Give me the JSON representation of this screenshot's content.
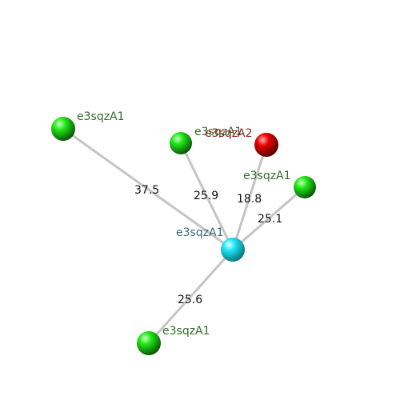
{
  "colors": {
    "center": "#22e0f0",
    "green": "#18e010",
    "red": "#e00000",
    "label_green": "#2f6e2a",
    "label_red": "#8a1f1f",
    "label_center": "#3a6b70",
    "edge": "#bdbdbd"
  },
  "nodes": [
    {
      "id": "center",
      "label": "e3sqzA1",
      "kind": "center"
    },
    {
      "id": "n1",
      "label": "e3sqzA1",
      "kind": "green"
    },
    {
      "id": "n2",
      "label": "e3sqzA1",
      "kind": "green"
    },
    {
      "id": "n3",
      "label": "e3sqzA2",
      "kind": "red"
    },
    {
      "id": "n4",
      "label": "e3sqzA1",
      "kind": "green"
    },
    {
      "id": "n5",
      "label": "e3sqzA1",
      "kind": "green"
    }
  ],
  "edges": [
    {
      "from": "center",
      "to": "n1",
      "label": "37.5"
    },
    {
      "from": "center",
      "to": "n2",
      "label": "25.9"
    },
    {
      "from": "center",
      "to": "n3",
      "label": "18.8"
    },
    {
      "from": "center",
      "to": "n4",
      "label": "25.1"
    },
    {
      "from": "center",
      "to": "n5",
      "label": "25.6"
    }
  ]
}
